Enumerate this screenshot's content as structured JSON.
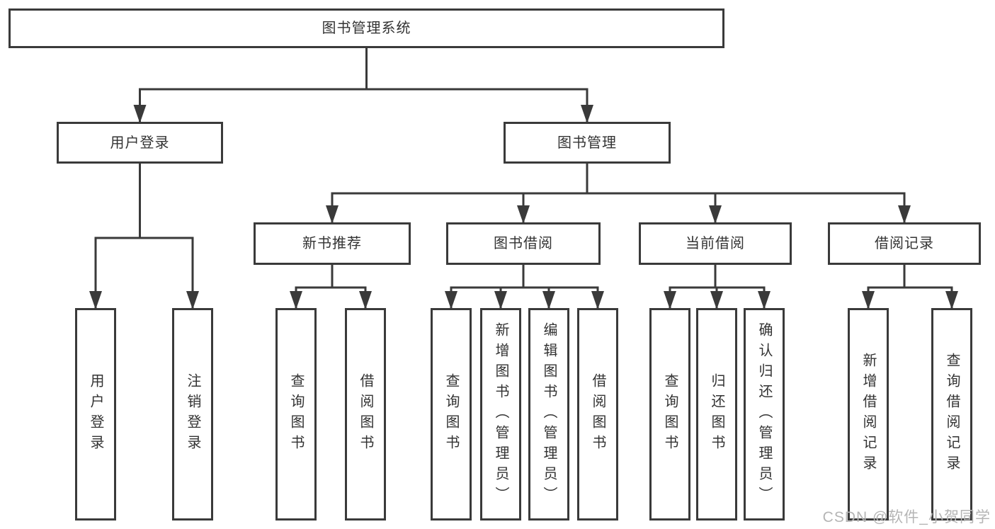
{
  "diagram": {
    "root": {
      "label": "图书管理系统"
    },
    "level2": [
      {
        "label": "用户登录",
        "children": [
          {
            "label": "用户登录"
          },
          {
            "label": "注销登录"
          }
        ]
      },
      {
        "label": "图书管理",
        "children": [
          {
            "label": "新书推荐",
            "children": [
              {
                "label": "查询图书"
              },
              {
                "label": "借阅图书"
              }
            ]
          },
          {
            "label": "图书借阅",
            "children": [
              {
                "label": "查询图书"
              },
              {
                "label": "新增图书（管理员）"
              },
              {
                "label": "编辑图书（管理员）"
              },
              {
                "label": "借阅图书"
              }
            ]
          },
          {
            "label": "当前借阅",
            "children": [
              {
                "label": "查询图书"
              },
              {
                "label": "归还图书"
              },
              {
                "label": "确认归还（管理员）"
              }
            ]
          },
          {
            "label": "借阅记录",
            "children": [
              {
                "label": "新增借阅记录"
              },
              {
                "label": "查询借阅记录"
              }
            ]
          }
        ]
      }
    ]
  },
  "watermark": {
    "text": "CSDN @软件_小贺同学"
  },
  "colors": {
    "line": "#3a3a3a",
    "text": "#333333",
    "box_background": "#ffffff",
    "watermark": "#b5b5b5"
  }
}
